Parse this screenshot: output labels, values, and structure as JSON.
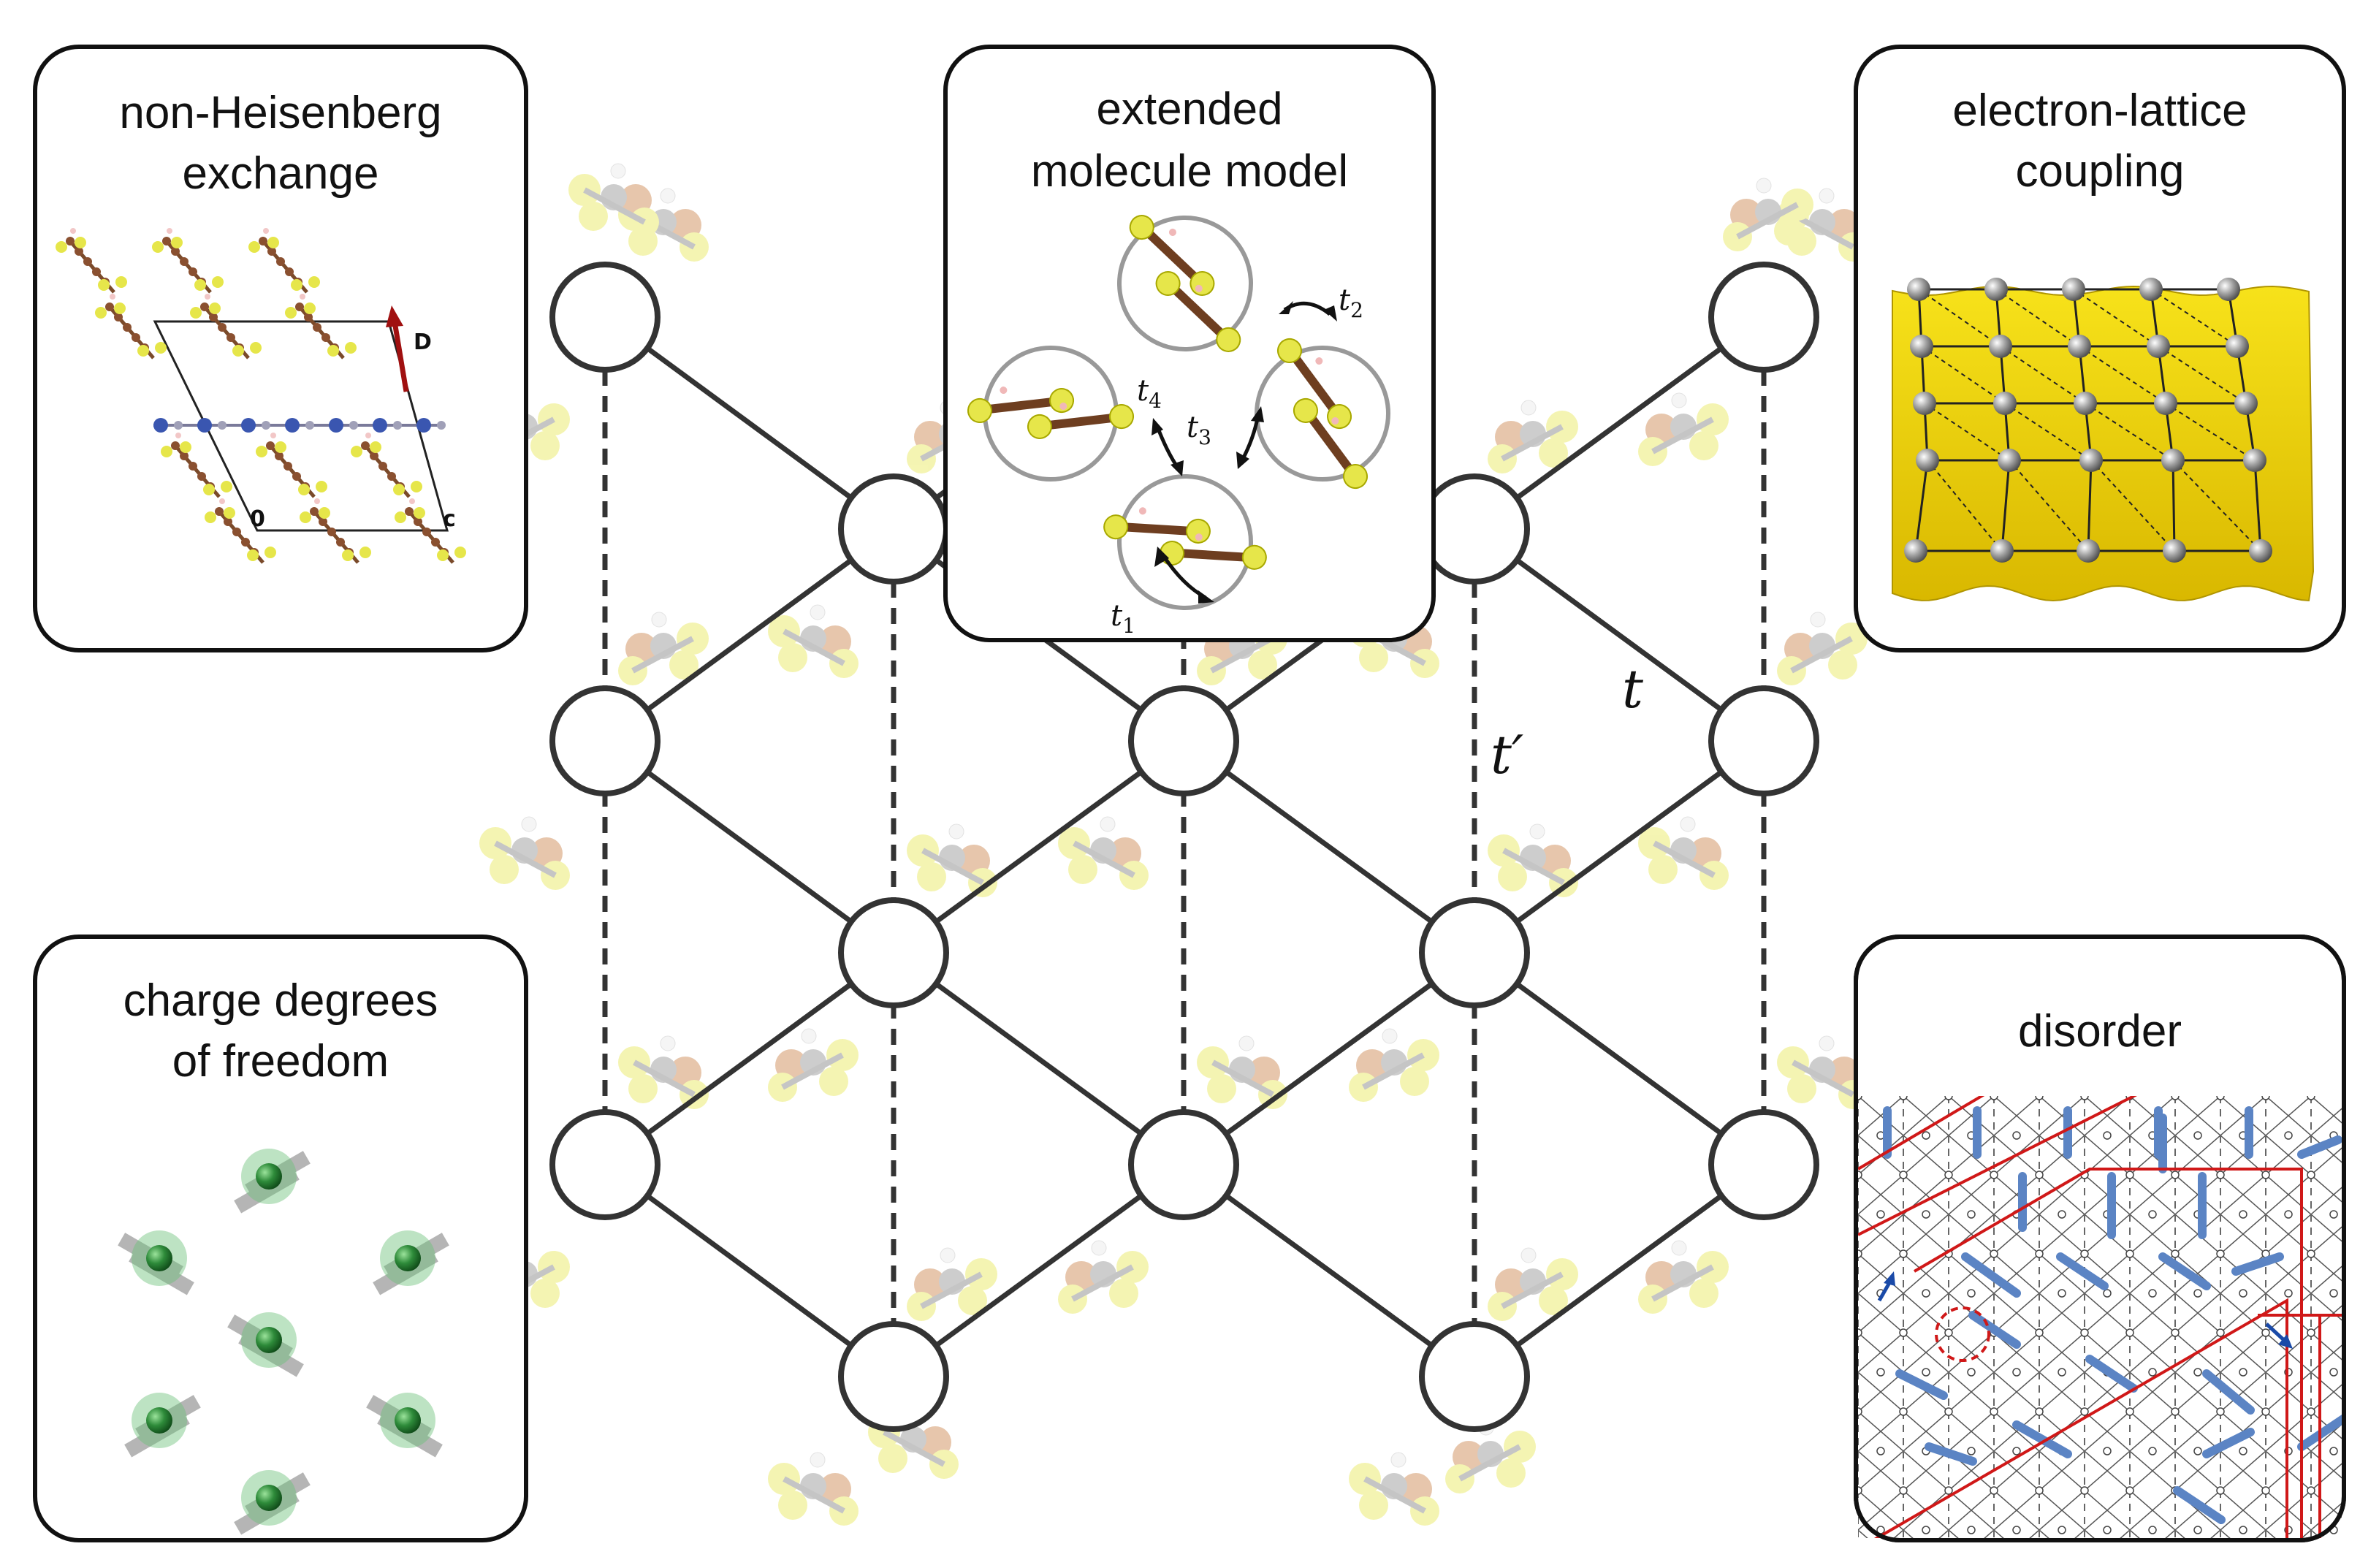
{
  "panels": {
    "non_heisenberg": {
      "title_line1": "non-Heisenberg",
      "title_line2": "exchange",
      "label_D": "D",
      "label_0": "0",
      "label_c": "c"
    },
    "extended_molecule": {
      "title_line1": "extended",
      "title_line2": "molecule model",
      "hoppings": [
        {
          "base": "t",
          "sub": "1"
        },
        {
          "base": "t",
          "sub": "2"
        },
        {
          "base": "t",
          "sub": "3"
        },
        {
          "base": "t",
          "sub": "4"
        }
      ]
    },
    "electron_lattice": {
      "title_line1": "electron-lattice",
      "title_line2": "coupling"
    },
    "charge_dof": {
      "title_line1": "charge degrees",
      "title_line2": "of freedom"
    },
    "disorder": {
      "title": "disorder"
    }
  },
  "lattice": {
    "t_label": "t",
    "tprime_label": "t′"
  },
  "colors": {
    "sulfur": "#e6e64a",
    "carbon": "#8a8a8a",
    "oxygen": "#c87a3c",
    "hydrogen": "#e8e8e8",
    "lattice_line": "#333333",
    "panel_border": "#111111",
    "red_arrow": "#a01010",
    "blue_atom": "#3a56b0",
    "green": "#2e8b3a",
    "gold_surface": "#f2d400",
    "disorder_blue": "#5b84c4",
    "disorder_red": "#d01818"
  }
}
